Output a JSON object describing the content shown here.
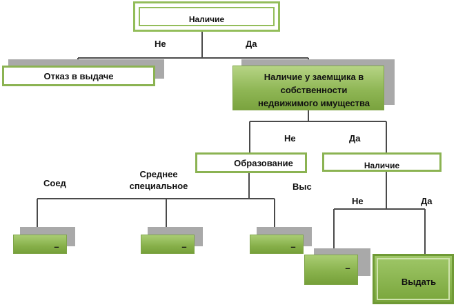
{
  "nodes": {
    "root": "Наличие",
    "refuse": "Отказ в выдаче",
    "property": "Наличие у заемщика в собственности недвижимого имущества",
    "education": "Образование",
    "presence": "Наличие",
    "leaf1": "–",
    "leaf2": "–",
    "leaf3": "–",
    "leaf4": "–",
    "issue": "Выдать"
  },
  "edges": {
    "root_no": "Не",
    "root_yes": "Да",
    "prop_no": "Не",
    "prop_yes": "Да",
    "edu_secondary": "Соед",
    "edu_special": "Среднее специальное",
    "edu_higher": "Выс",
    "pres_no": "Не",
    "pres_yes": "Да"
  },
  "colors": {
    "line": "#4a4a4a",
    "node_border": "#8bb352",
    "node_fill": "#93bd5a",
    "shadow": "#a9a9a9"
  }
}
